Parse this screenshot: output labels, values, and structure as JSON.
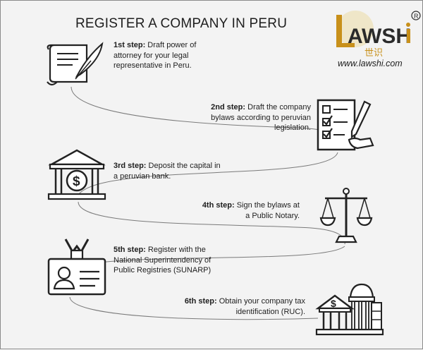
{
  "title": "REGISTER A COMPANY IN PERU",
  "logo": {
    "text": "LAWSHi",
    "registered": "®",
    "chinese": "世识",
    "colors": {
      "gold": "#c8901a",
      "dark": "#2a2a2a",
      "cream": "#efe6c8"
    }
  },
  "website": "www.lawshi.com",
  "steps": [
    {
      "label": "1st step:",
      "text": " Draft power of attorney for your legal representative in Peru.",
      "icon": "document-quill-icon"
    },
    {
      "label": "2nd step:",
      "text": " Draft the company bylaws according to peruvian legislation.",
      "icon": "checklist-pen-icon"
    },
    {
      "label": "3rd step:",
      "text": " Deposit the capital in a peruvian bank.",
      "icon": "bank-icon"
    },
    {
      "label": "4th step:",
      "text": " Sign the bylaws at a Public Notary.",
      "icon": "scales-icon"
    },
    {
      "label": "5th step:",
      "text": " Register with the National Superintendency of Public Registries (SUNARP)",
      "icon": "id-badge-icon"
    },
    {
      "label": "6th step:",
      "text": " Obtain your company tax identification (RUC).",
      "icon": "tax-office-icon"
    }
  ]
}
